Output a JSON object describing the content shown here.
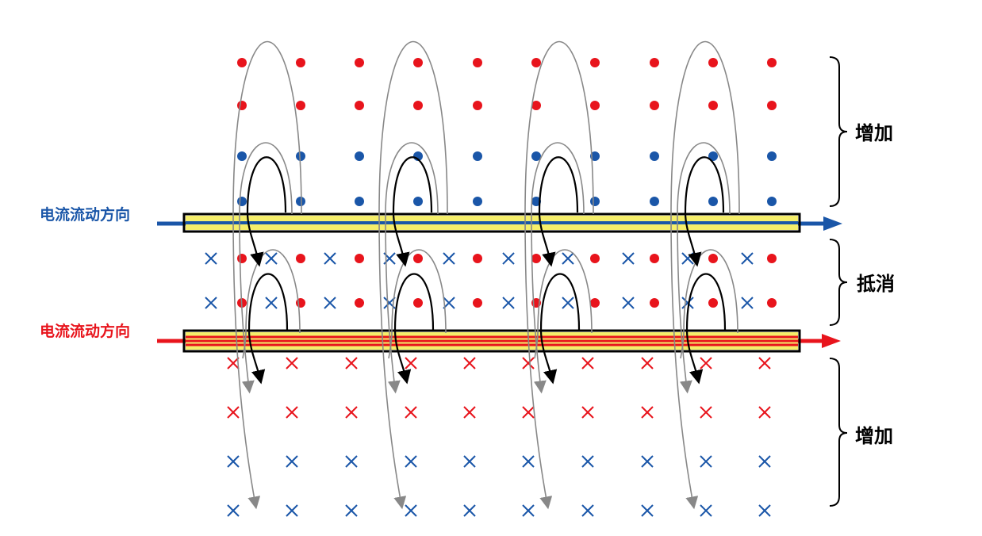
{
  "labels": {
    "current_top": "电流流动方向",
    "current_bottom": "电流流动方向",
    "region_top": "增加",
    "region_middle": "抵消",
    "region_bottom": "增加"
  },
  "colors": {
    "top_current": "#1a56a8",
    "bottom_current": "#e8141c",
    "conductor_fill": "#f5ee6a",
    "field_out_red": "#e8141c",
    "field_out_blue": "#1a56a8",
    "field_in_red": "#e8141c",
    "field_in_blue": "#1a56a8",
    "field_line_outer": "#888888",
    "field_line_inner": "#000000"
  },
  "symbols": {
    "dot_meaning": "field-out-of-page-dot",
    "cross_meaning": "field-into-page-cross"
  }
}
